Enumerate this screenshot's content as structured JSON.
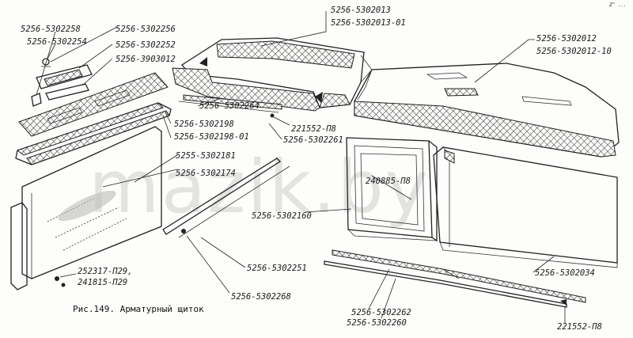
{
  "caption": "Рис.149. Арматурный щиток",
  "watermark": "mazik.by",
  "corner_mark": "Z^ ...",
  "labels": [
    {
      "id": "l1",
      "text": "5256-5302258"
    },
    {
      "id": "l2",
      "text": "5256-5302254"
    },
    {
      "id": "l3",
      "text": "5256-5302256"
    },
    {
      "id": "l4",
      "text": "5256-5302252"
    },
    {
      "id": "l5",
      "text": "5256-3903012"
    },
    {
      "id": "l6",
      "text": "5256-5302013"
    },
    {
      "id": "l7",
      "text": "5256-5302013-01"
    },
    {
      "id": "l8",
      "text": "5256-5302012"
    },
    {
      "id": "l9",
      "text": "5256-5302012-10"
    },
    {
      "id": "l10",
      "text": "5256-5302264"
    },
    {
      "id": "l11",
      "text": "221552-П8"
    },
    {
      "id": "l12",
      "text": "5256-5302261"
    },
    {
      "id": "l13",
      "text": "5256-5302198"
    },
    {
      "id": "l14",
      "text": "5256-5302198-01"
    },
    {
      "id": "l15",
      "text": "5255-5302181"
    },
    {
      "id": "l16",
      "text": "5256-5302174"
    },
    {
      "id": "l17",
      "text": "240885-П8"
    },
    {
      "id": "l18",
      "text": "5256-5302160"
    },
    {
      "id": "l19",
      "text": "5256-5302251"
    },
    {
      "id": "l20",
      "text": "252317-П29,"
    },
    {
      "id": "l21",
      "text": "241815-П29"
    },
    {
      "id": "l22",
      "text": "5256-5302268"
    },
    {
      "id": "l23",
      "text": "5256-5302034"
    },
    {
      "id": "l24",
      "text": "5256-5302262"
    },
    {
      "id": "l25",
      "text": "5256-5302260"
    },
    {
      "id": "l26",
      "text": "221552-П8"
    }
  ]
}
